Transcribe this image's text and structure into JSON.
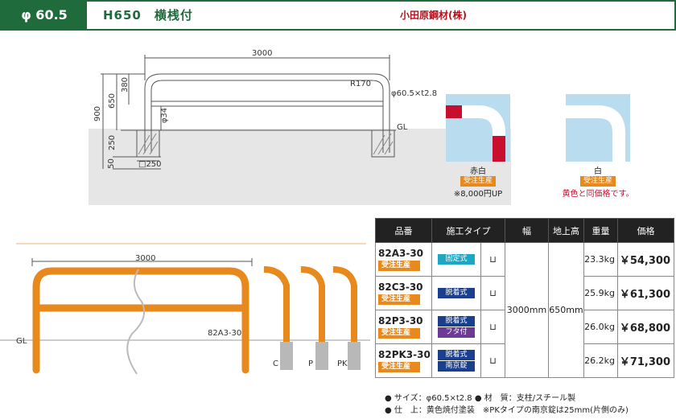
{
  "header": {
    "diameter": "φ 60.5",
    "title": "H650　横桟付",
    "maker": "小田原鋼材(株)"
  },
  "drawing": {
    "width": "3000",
    "radius": "R170",
    "pipe": "φ60.5×t2.8",
    "h380": "380",
    "h650": "650",
    "h900": "900",
    "h250": "250",
    "h50": "50",
    "phi34": "φ34",
    "base": "□250",
    "gl": "GL"
  },
  "colors": {
    "redwhite": {
      "label": "赤白",
      "badge": "受注生産",
      "note": "※8,000円UP"
    },
    "white": {
      "label": "白",
      "badge": "受注生産",
      "note": "黄色と同価格です。"
    }
  },
  "photo": {
    "width": "3000",
    "model": "82A3-30",
    "gl": "GL",
    "variants": [
      "C",
      "P",
      "PK"
    ]
  },
  "table": {
    "headers": [
      "品番",
      "施工タイプ",
      "",
      "幅",
      "地上高",
      "重量",
      "価格"
    ],
    "width": "3000mm",
    "height": "650mm",
    "rows": [
      {
        "code": "82A3-30",
        "badge": "受注生産",
        "types": [
          "固定式"
        ],
        "weight": "23.3kg",
        "price": "￥54,300"
      },
      {
        "code": "82C3-30",
        "badge": "受注生産",
        "types": [
          "脱着式"
        ],
        "weight": "25.9kg",
        "price": "￥61,300"
      },
      {
        "code": "82P3-30",
        "badge": "受注生産",
        "types": [
          "脱着式",
          "フタ付"
        ],
        "weight": "26.0kg",
        "price": "￥68,800"
      },
      {
        "code": "82PK3-30",
        "badge": "受注生産",
        "types": [
          "脱着式",
          "南京錠"
        ],
        "weight": "26.2kg",
        "price": "￥71,300"
      }
    ]
  },
  "notes": {
    "line1": "● サイズ：φ60.5×t2.8 ● 材　質：支柱/スチール製",
    "line2": "● 仕　上：黄色焼付塗装　※PKタイプの南京錠は25mm(片側のみ)"
  }
}
